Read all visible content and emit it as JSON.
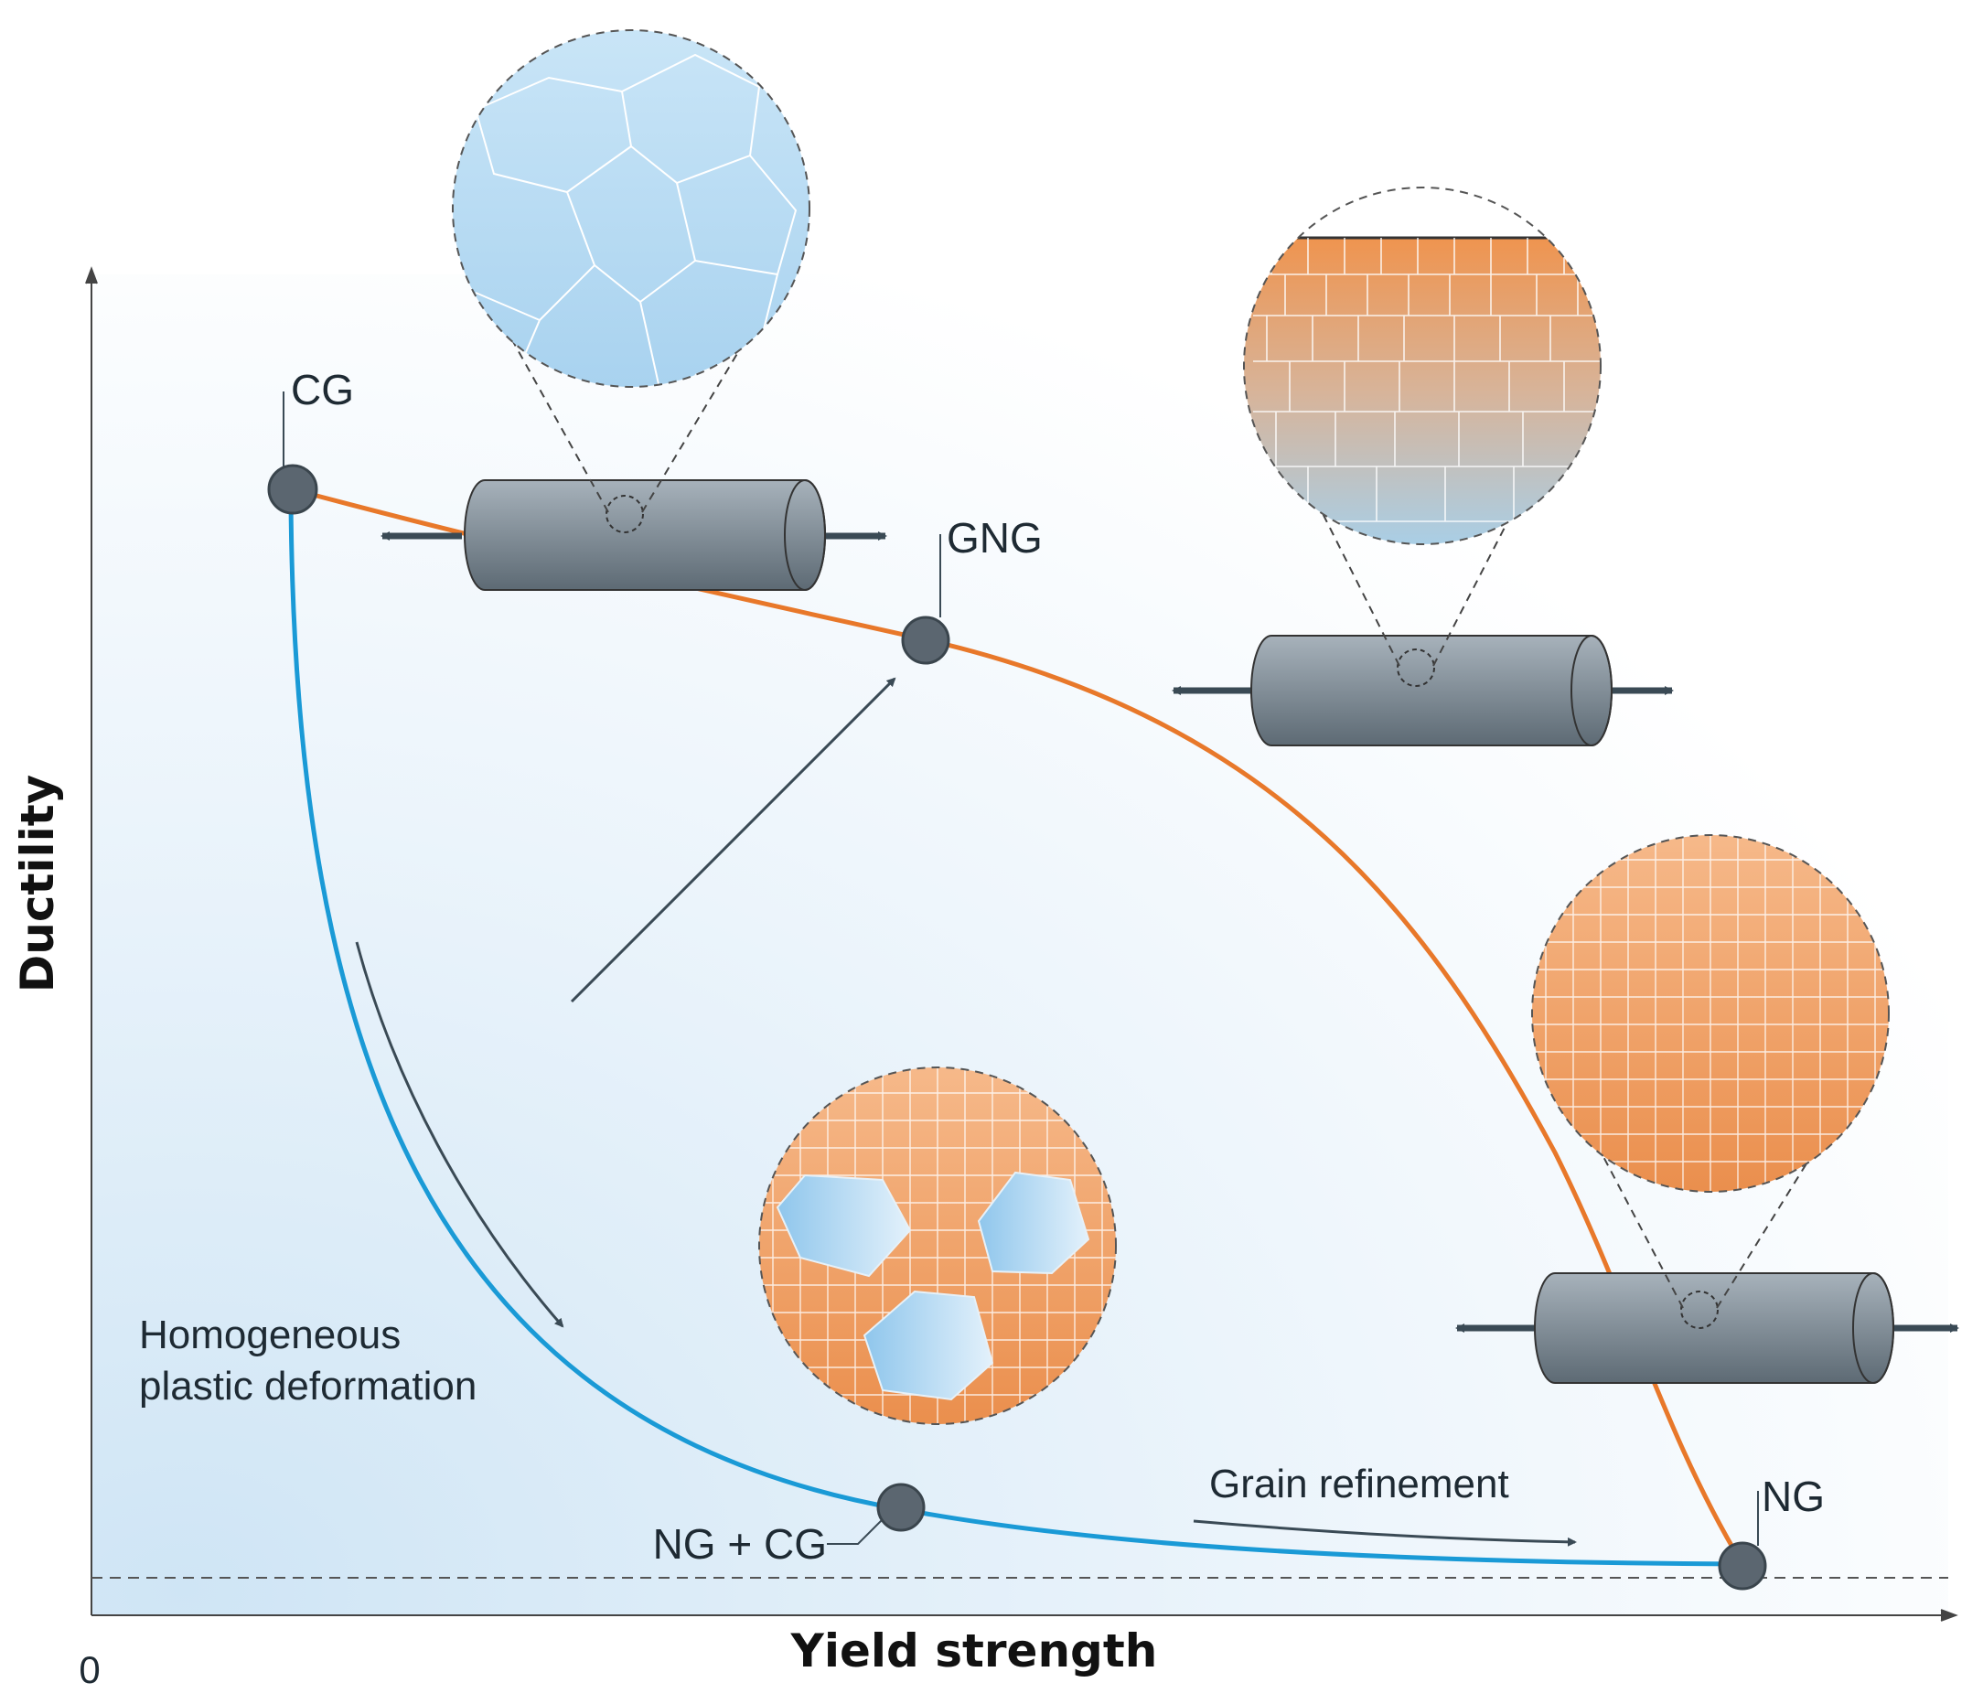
{
  "axes": {
    "x_label": "Yield strength",
    "y_label": "Ductility",
    "origin_label": "0"
  },
  "points": {
    "cg": "CG",
    "gng": "GNG",
    "ng": "NG",
    "ng_cg": "NG + CG"
  },
  "annotations": {
    "homogeneous_line1": "Homogeneous",
    "homogeneous_line2": "plastic deformation",
    "grain_refinement": "Grain refinement"
  },
  "colors": {
    "orange_curve": "#e8782a",
    "blue_curve": "#1a9ad6",
    "point_fill": "#5b6670",
    "arrow": "#3a4a55",
    "coarse_grain": "#b9dcf3",
    "nano_grain": "#f0a46a"
  },
  "icons": [
    "tensile-specimen-icon",
    "microstructure-magnifier-icon",
    "tension-arrow-icon"
  ]
}
